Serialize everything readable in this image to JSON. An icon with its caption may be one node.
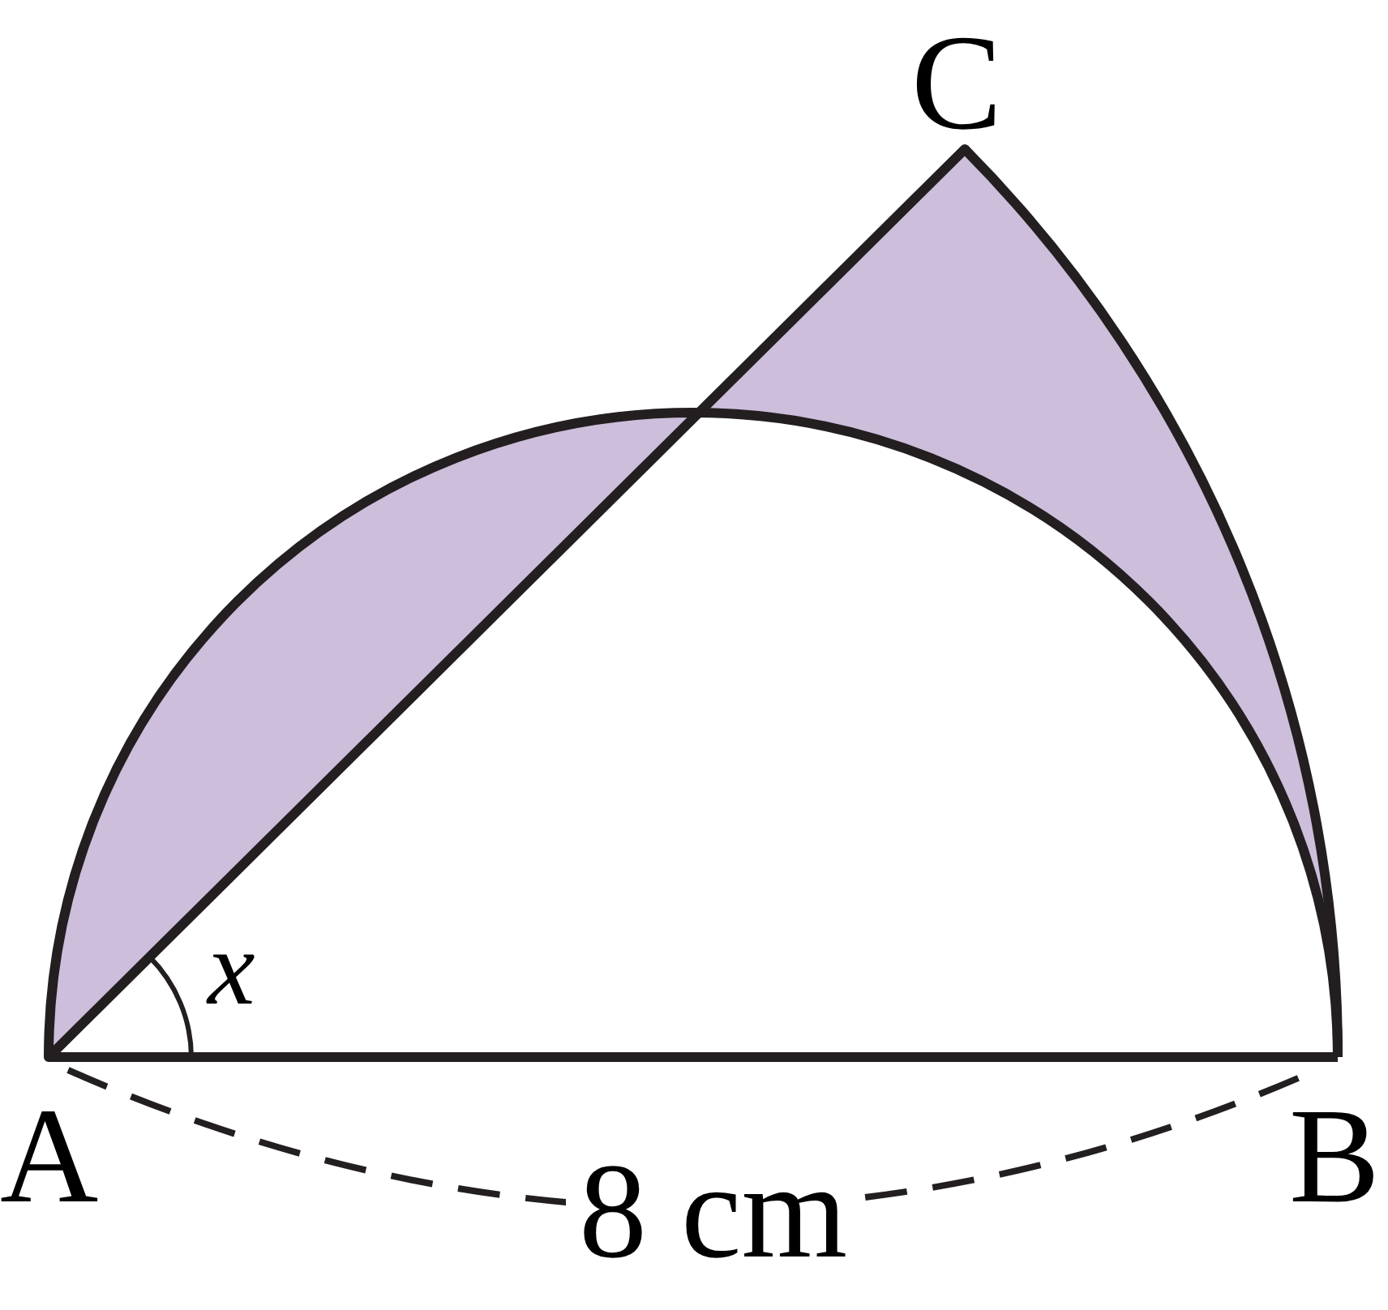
{
  "diagram": {
    "labels": [
      "C",
      "x",
      "A",
      "B",
      "8 cm"
    ]
  }
}
